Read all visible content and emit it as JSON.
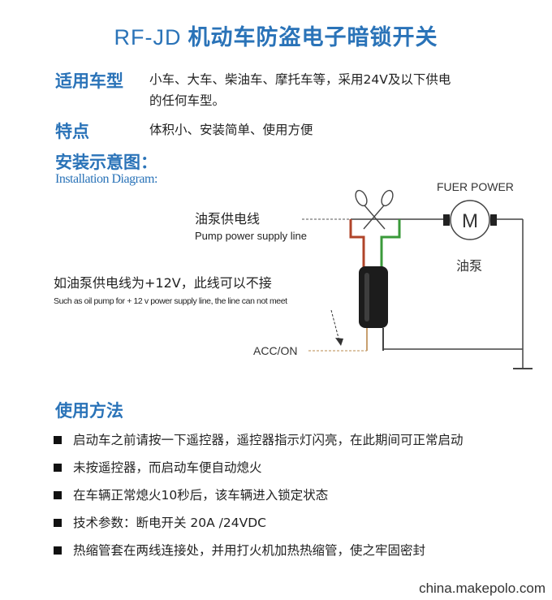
{
  "title": {
    "main": "RF-JD",
    "sub": "机动车防盗电子暗锁开关"
  },
  "vehicle": {
    "heading": "适用车型",
    "line1": "小车、大车、柴油车、摩托车等，采用24V及以下供电",
    "line2": "的任何车型。"
  },
  "features": {
    "heading": "特点",
    "text": "体积小、安装简单、使用方便"
  },
  "install": {
    "heading": "安装示意图：",
    "heading_en": "Installation Diagram:",
    "fuer_power": "FUER POWER",
    "motor_symbol": "M",
    "pump_label": "油泵",
    "pump_wire_cn": "油泵供电线",
    "pump_wire_en": "Pump power supply line",
    "note_cn": "如油泵供电线为+12V，此线可以不接",
    "note_en": "Such as oil pump for + 12 v power supply line, the line can not meet",
    "acc": "ACC/ON",
    "colors": {
      "red_wire": "#b0442a",
      "green_wire": "#3a9a3a",
      "line": "#444444"
    }
  },
  "usage": {
    "heading": "使用方法",
    "items": [
      "启动车之前请按一下遥控器，遥控器指示灯闪亮，在此期间可正常启动",
      "未按遥控器，而启动车便自动熄火",
      "在车辆正常熄火10秒后，该车辆进入锁定状态",
      "技术参数：断电开关  20A /24VDC",
      "热缩管套在两线连接处，并用打火机加热热缩管，使之牢固密封"
    ]
  },
  "footer": "china.makepolo.com"
}
